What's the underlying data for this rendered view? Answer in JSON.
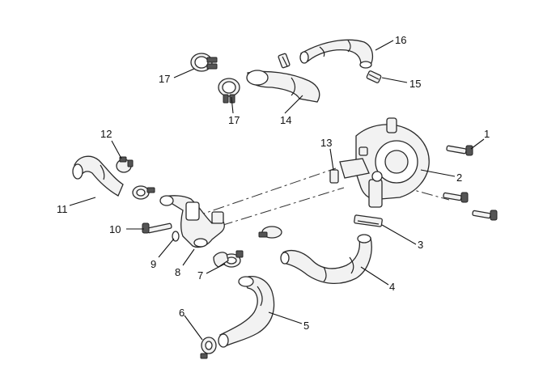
{
  "callouts": {
    "c1": "1",
    "c2": "2",
    "c3": "3",
    "c4": "4",
    "c5": "5",
    "c6": "6",
    "c7": "7",
    "c8": "8",
    "c9": "9",
    "c10": "10",
    "c11": "11",
    "c12": "12",
    "c13": "13",
    "c14": "14",
    "c15": "15",
    "c16": "16",
    "c17a": "17",
    "c17b": "17"
  },
  "icons": {
    "drawing": "exploded-parts-diagram"
  }
}
